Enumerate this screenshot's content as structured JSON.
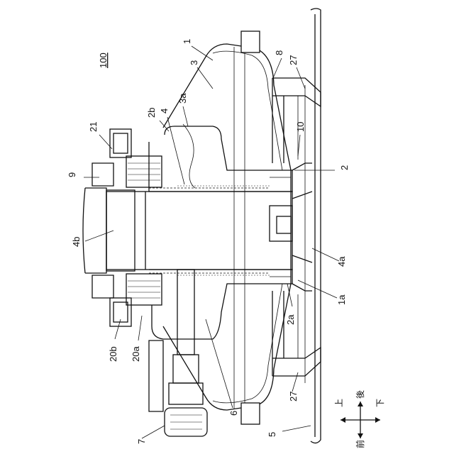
{
  "figure": {
    "reference_numeral": "100",
    "part_labels": [
      {
        "id": "1",
        "text": "1"
      },
      {
        "id": "3",
        "text": "3"
      },
      {
        "id": "8",
        "text": "8"
      },
      {
        "id": "27a",
        "text": "27"
      },
      {
        "id": "3a",
        "text": "3a"
      },
      {
        "id": "2b",
        "text": "2b"
      },
      {
        "id": "4",
        "text": "4"
      },
      {
        "id": "10",
        "text": "10"
      },
      {
        "id": "21",
        "text": "21"
      },
      {
        "id": "2",
        "text": "2"
      },
      {
        "id": "9",
        "text": "9"
      },
      {
        "id": "4b",
        "text": "4b"
      },
      {
        "id": "4a",
        "text": "4a"
      },
      {
        "id": "1a",
        "text": "1a"
      },
      {
        "id": "2a",
        "text": "2a"
      },
      {
        "id": "20b",
        "text": "20b"
      },
      {
        "id": "20a",
        "text": "20a"
      },
      {
        "id": "6",
        "text": "6"
      },
      {
        "id": "27b",
        "text": "27"
      },
      {
        "id": "7",
        "text": "7"
      },
      {
        "id": "5",
        "text": "5"
      }
    ],
    "direction_indicator": {
      "up": "上",
      "down": "下",
      "front": "前",
      "rear": "後"
    }
  }
}
